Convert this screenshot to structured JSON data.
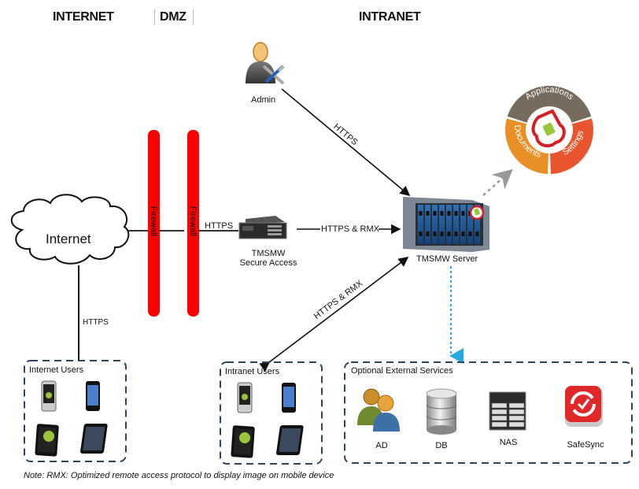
{
  "zones": {
    "internet": "INTERNET",
    "dmz": "DMZ",
    "intranet": "INTRANET"
  },
  "nodes": {
    "internet_cloud": "Internet",
    "admin": "Admin",
    "secure_access_line1": "TMSMW",
    "secure_access_line2": "Secure Access",
    "server": "TMSMW Server",
    "firewall_1": "Firewall",
    "firewall_2": "Firewall"
  },
  "connections": {
    "admin_to_server": "HTTPS",
    "fw_to_secure_access": "HTTPS",
    "secure_access_to_server": "HTTPS & RMX",
    "intranet_users_to_server": "HTTPS & RMX",
    "internet_to_users": "HTTPS"
  },
  "wheel": {
    "segments": [
      "Applications",
      "Documents",
      "Settings"
    ],
    "colors": {
      "applications": "#776b5e",
      "documents": "#e88f26",
      "settings": "#e8552f"
    }
  },
  "groups": {
    "internet_users": {
      "title": "Internet Users",
      "devices": [
        "android-phone",
        "iphone",
        "android-tablet",
        "ipad"
      ]
    },
    "intranet_users": {
      "title": "Intranet Users",
      "devices": [
        "android-phone",
        "iphone",
        "android-tablet",
        "ipad"
      ]
    },
    "external_services": {
      "title": "Optional External Services",
      "items": [
        "AD",
        "DB",
        "NAS",
        "SafeSync"
      ]
    }
  },
  "note": "Note: RMX: Optimized remote access protocol to display image on mobile device",
  "colors": {
    "firewall": "#ff0000",
    "group_border": "#2d4560",
    "dotted_arrow": "#29a8e0",
    "gray_arrow": "#999999"
  }
}
